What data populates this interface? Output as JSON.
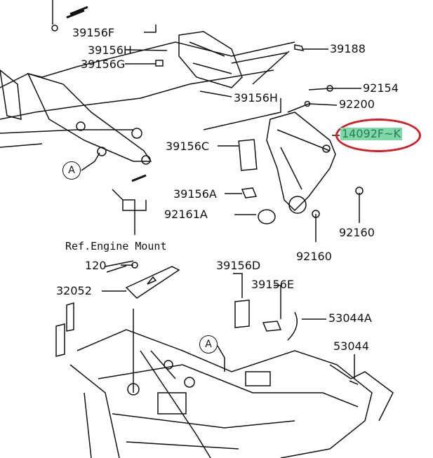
{
  "labels": {
    "p39156F": "39156F",
    "p39156H_top": "39156H",
    "p39156G": "39156G",
    "p39188": "39188",
    "p39156H_mid": "39156H",
    "p92154": "92154",
    "p92200": "92200",
    "p14092FK": "14092F~K",
    "p39156C": "39156C",
    "p39156A": "39156A",
    "p92161A": "92161A",
    "p92160_right": "92160",
    "p92160_lower": "92160",
    "ref_engine_mount": "Ref.Engine Mount",
    "p120": "120",
    "p32052": "32052",
    "p39156D": "39156D",
    "p39156E": "39156E",
    "p53044A": "53044A",
    "p53044": "53044"
  },
  "callouts": {
    "a1": "A",
    "a2": "A"
  },
  "colors": {
    "highlight": "#7fd8a8",
    "ring": "#d0202a"
  }
}
